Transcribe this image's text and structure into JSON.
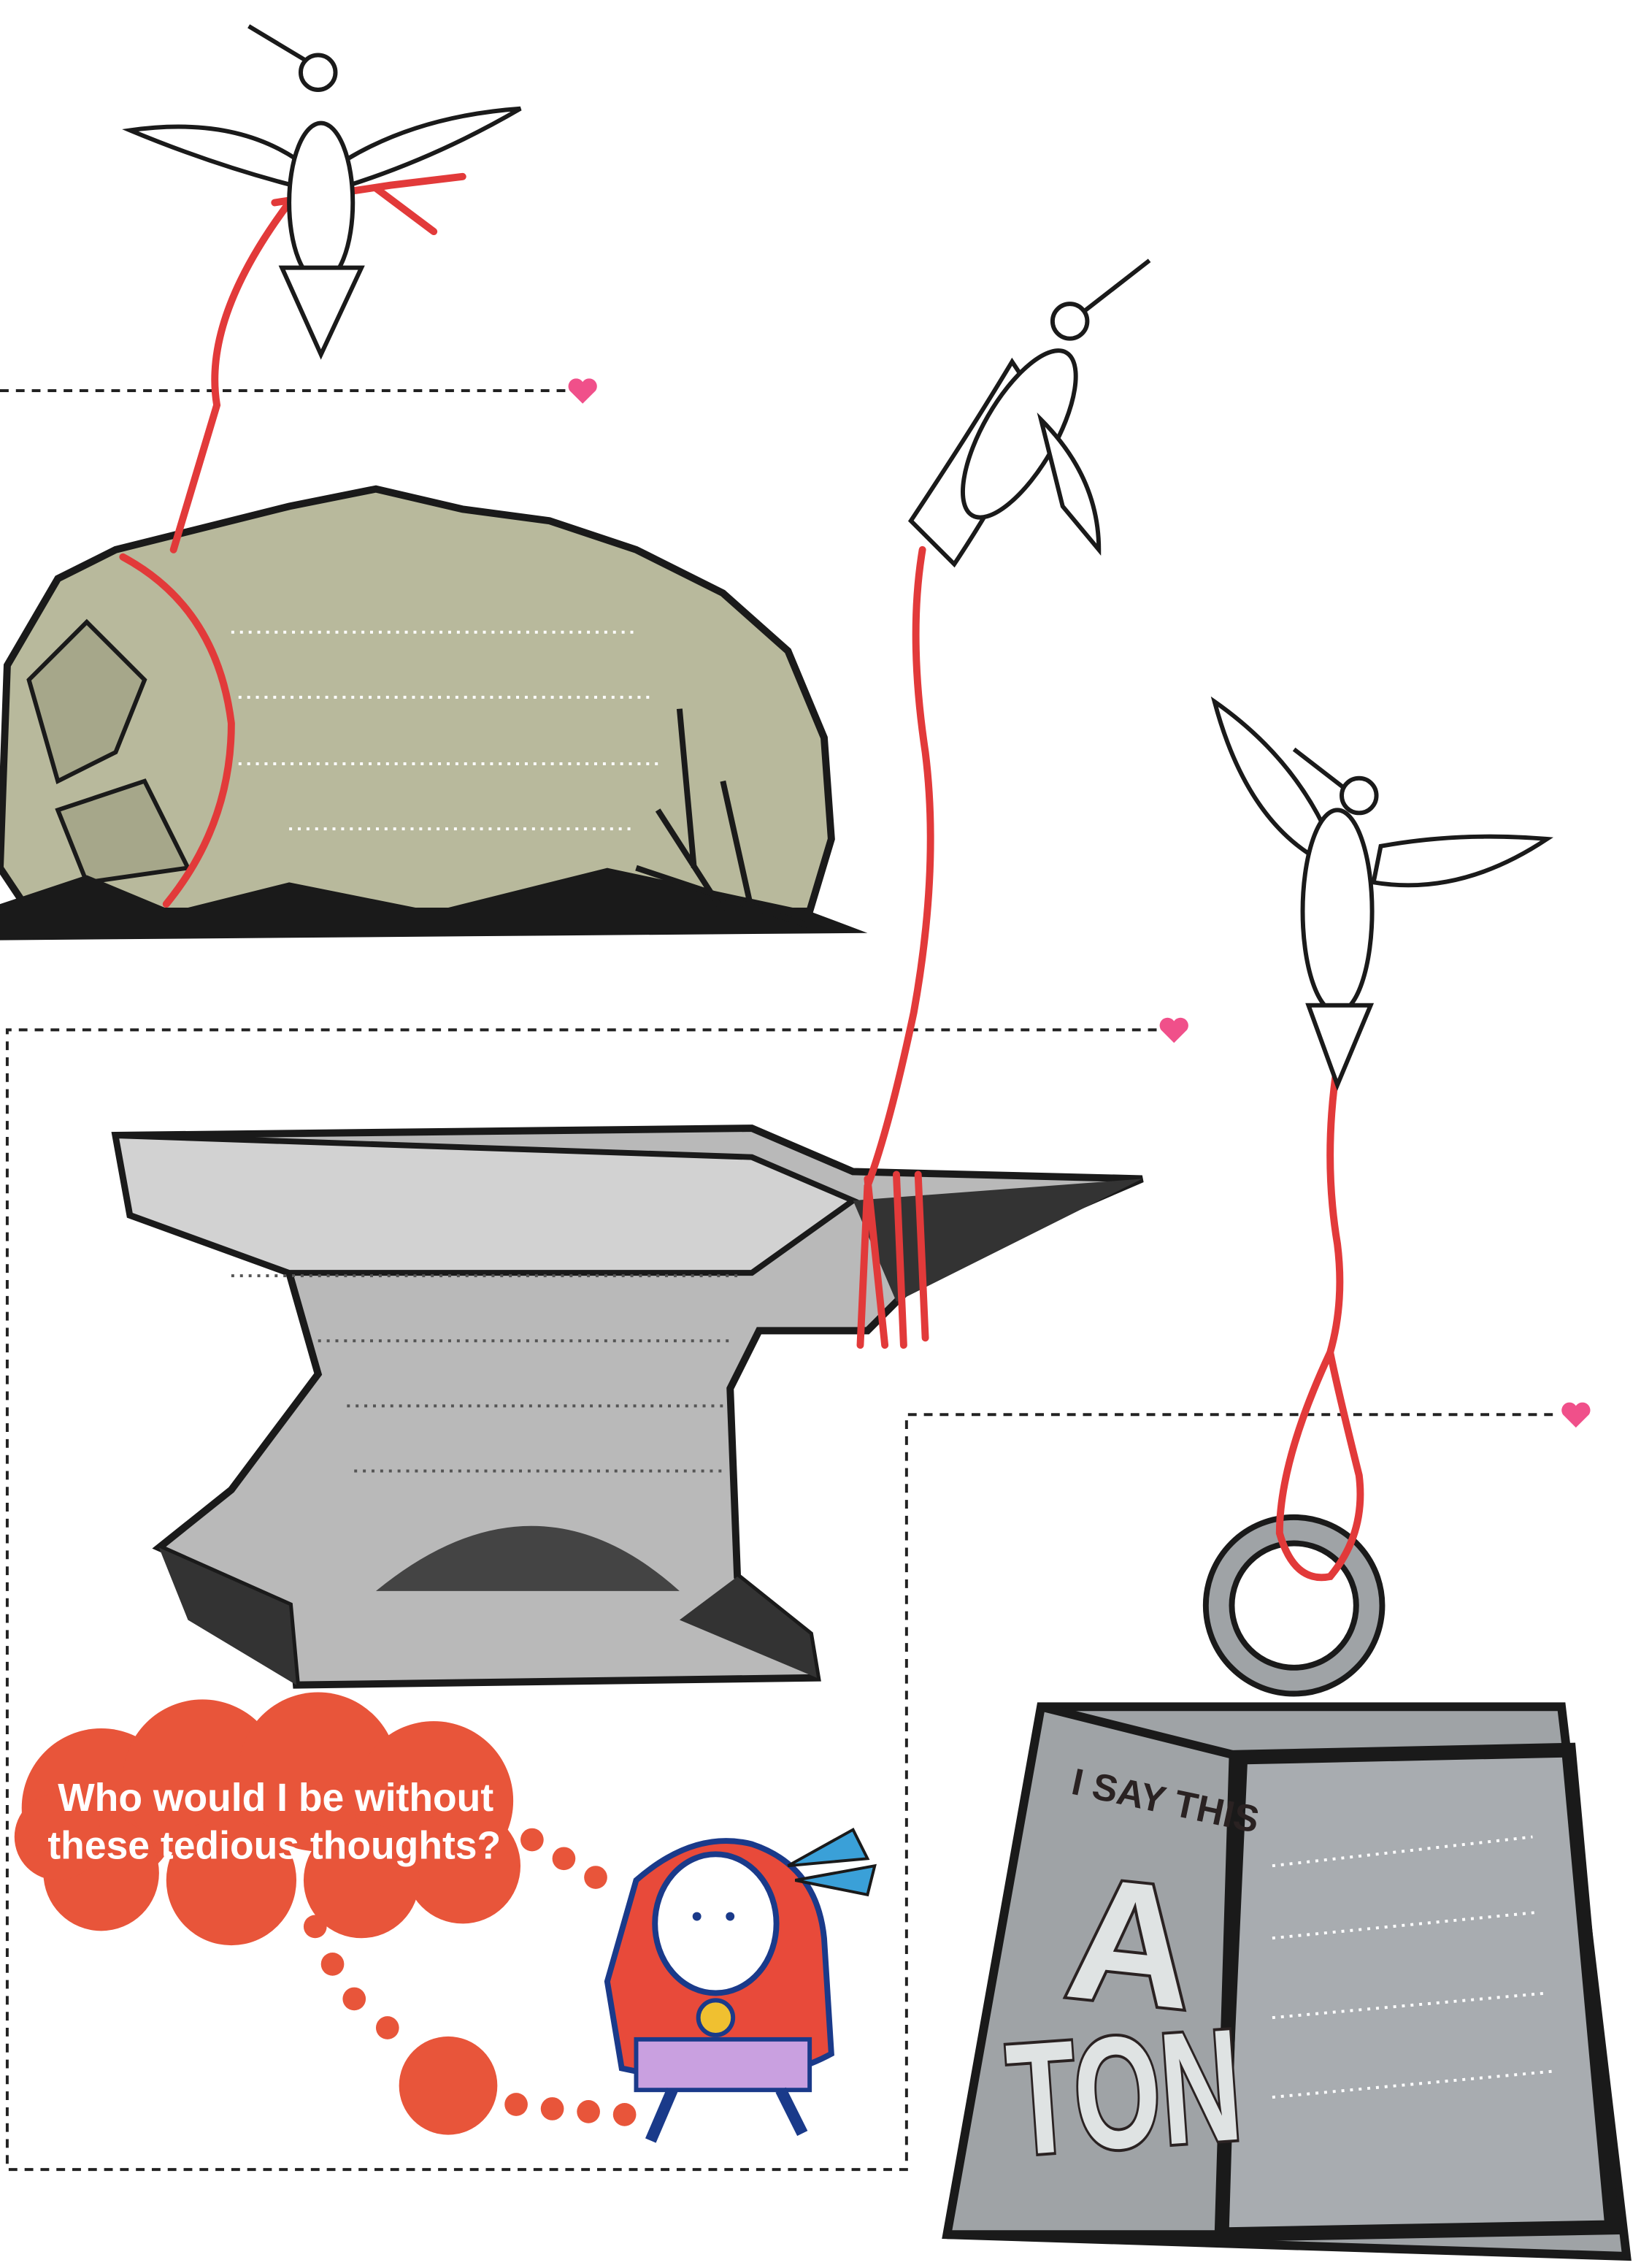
{
  "thought_bubble": {
    "line1": "Who would I be without",
    "line2": "these tedious thoughts?"
  },
  "weight_label": {
    "top": "I SAY THIS",
    "big_letter": "A",
    "bottom": "TON"
  },
  "colors": {
    "string": "#e23a3a",
    "heart": "#f0508a",
    "bubble": "#e8553a",
    "boulder": "#b8b99c",
    "anvil": "#b9b9b9",
    "weight": "#9fa3a6"
  },
  "icons": [
    "hummingbird-icon",
    "heart-icon",
    "boulder-illustration",
    "anvil-illustration",
    "weight-illustration",
    "thinking-character-illustration"
  ]
}
